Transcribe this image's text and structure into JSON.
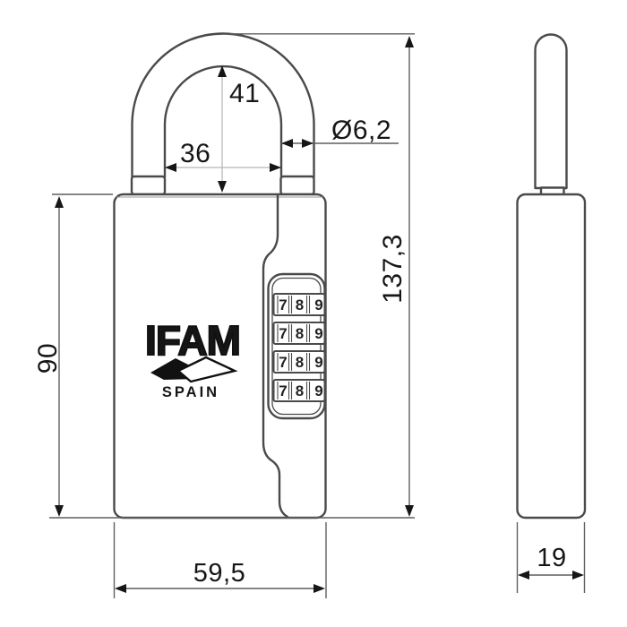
{
  "drawing_title": "combination padlock technical drawing, front and side views",
  "colors": {
    "background": "#ffffff",
    "outline": "#4a4a4a",
    "dimension_line": "#5f5f5f",
    "thin_dimension_line": "#b3b3b3",
    "text": "#161616"
  },
  "logo": {
    "brand": "IFAM",
    "country": "SPAIN"
  },
  "dials": {
    "rows": [
      [
        "7",
        "8",
        "9"
      ],
      [
        "7",
        "8",
        "9"
      ],
      [
        "7",
        "8",
        "9"
      ],
      [
        "7",
        "8",
        "9"
      ]
    ]
  },
  "dimensions": {
    "shackle_inner_height": "41",
    "shackle_inner_width": "36",
    "shackle_diameter": "Ø6,2",
    "overall_height": "137,3",
    "body_height": "90",
    "body_width": "59,5",
    "body_depth": "19"
  }
}
